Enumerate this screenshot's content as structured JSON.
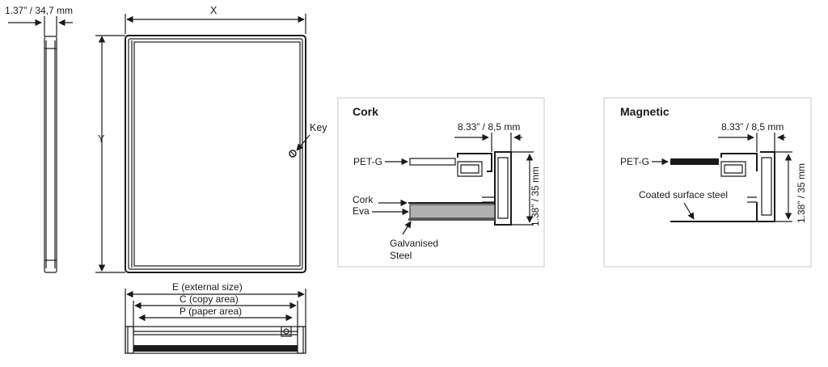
{
  "side_view": {
    "thickness_label": "1.37” / 34,7 mm"
  },
  "front_view": {
    "width_label": "X",
    "height_label": "Y",
    "key_label": "Key"
  },
  "bottom_view": {
    "external_label": "E (external size)",
    "copy_label": "C (copy area)",
    "paper_label": "P (paper area)"
  },
  "cork_panel": {
    "title": "Cork",
    "width_dim": "8.33” / 8,5 mm",
    "height_dim": "1.38” / 35 mm",
    "petg_label": "PET-G",
    "cork_label": "Cork",
    "eva_label": "Eva",
    "galv_line1": "Galvanised",
    "galv_line2": "Steel"
  },
  "magnetic_panel": {
    "title": "Magnetic",
    "width_dim": "8.33” / 8,5 mm",
    "height_dim": "1.38” / 35 mm",
    "petg_label": "PET-G",
    "coated_label": "Coated surface steel"
  },
  "colors": {
    "line": "#1a1a1a",
    "panel_border": "#c8c8c8",
    "eva_fill": "#b0b0b0",
    "steel_fill": "#555555"
  }
}
